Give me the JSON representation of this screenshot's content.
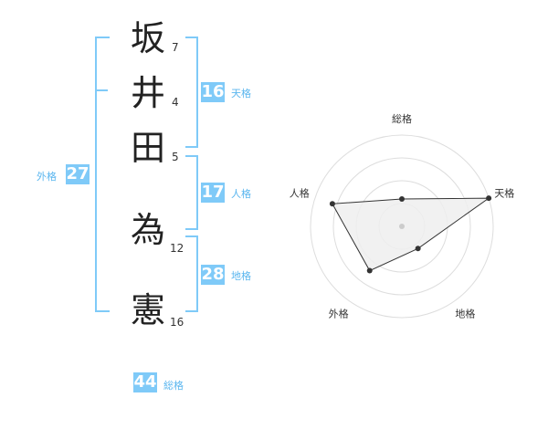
{
  "name_chars": [
    {
      "char": "坂",
      "strokes": "7"
    },
    {
      "char": "井",
      "strokes": "4"
    },
    {
      "char": "田",
      "strokes": "5"
    },
    {
      "char": "為",
      "strokes": "12"
    },
    {
      "char": "憲",
      "strokes": "16"
    }
  ],
  "kakusu": {
    "tenkaku": {
      "value": "16",
      "label": "天格"
    },
    "jinkaku": {
      "value": "17",
      "label": "人格"
    },
    "chikaku": {
      "value": "28",
      "label": "地格"
    },
    "gaikaku": {
      "value": "27",
      "label": "外格"
    },
    "soukaku": {
      "value": "44",
      "label": "総格"
    }
  },
  "colors": {
    "accent": "#7fcaf8",
    "accent_text": "#5ab6ef",
    "radar_fill": "#eeeeee",
    "radar_line": "#333333",
    "ring": "#dddddd"
  },
  "chart_data": {
    "type": "radar",
    "axes": [
      "総格",
      "天格",
      "地格",
      "外格",
      "人格"
    ],
    "values": [
      0.3,
      1.0,
      0.3,
      0.6,
      0.8
    ],
    "range": [
      0,
      1
    ],
    "rings": 4
  }
}
